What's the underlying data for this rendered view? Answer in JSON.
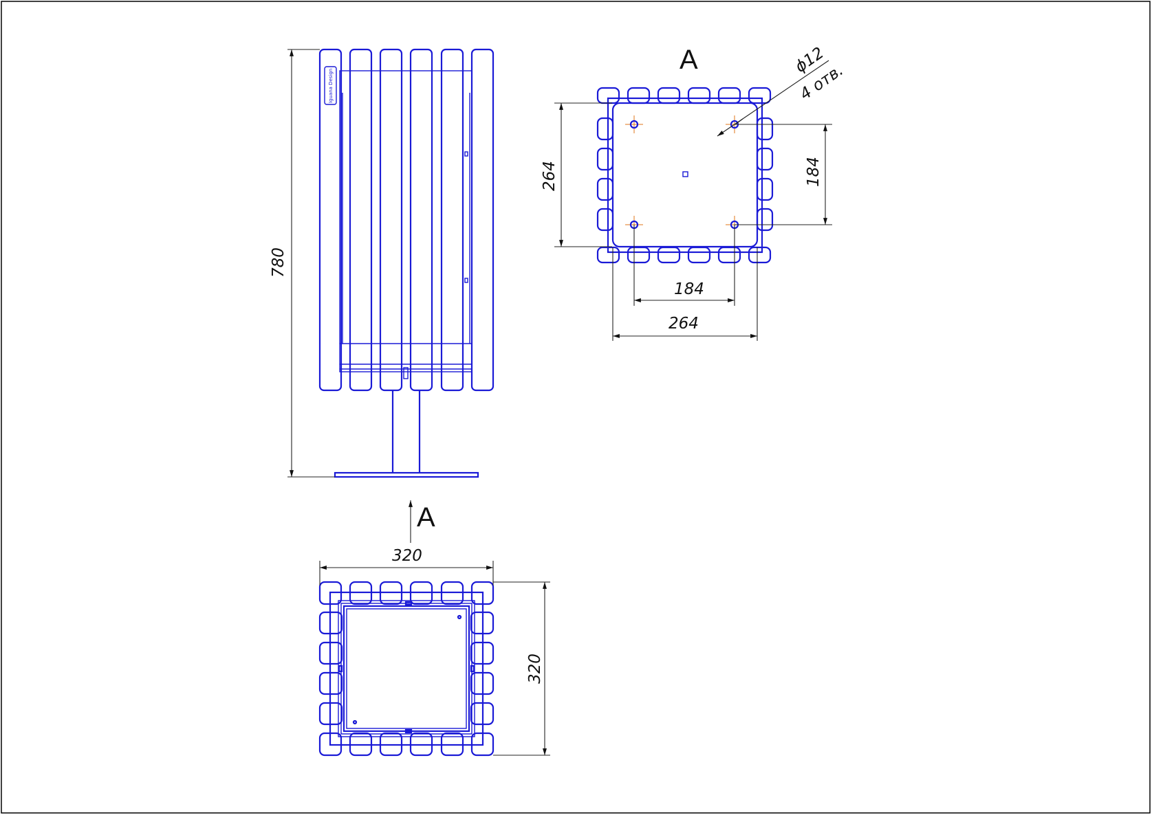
{
  "drawing": {
    "view_label_a": "A",
    "view_label_a_top": "A",
    "plate_label": "Iguana Design",
    "dimensions": {
      "height_total": "780",
      "top_width": "320",
      "top_depth": "320",
      "base_width": "264",
      "base_depth": "264",
      "hole_spacing_x": "184",
      "hole_spacing_y": "184",
      "hole_diameter": "ϕ12",
      "hole_count": "4 отв."
    }
  }
}
